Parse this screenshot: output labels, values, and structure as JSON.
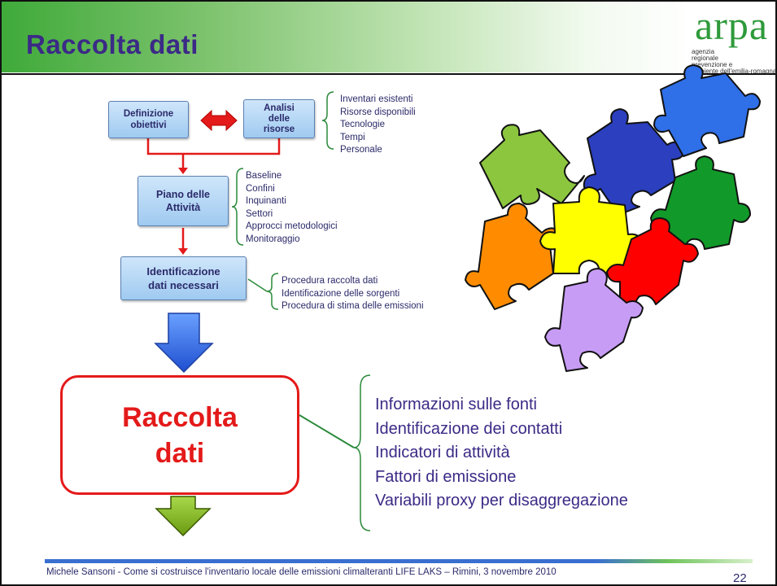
{
  "slide": {
    "title": "Raccolta dati",
    "logo": {
      "brand": "arpa",
      "subtitle": "agenzia\nregionale\nprevenzione e\nambiente dell'emilia-romagna"
    },
    "flow": {
      "box_definizione": "Definizione\nobiettivi",
      "box_analisi": "Analisi\ndelle\nrisorse",
      "box_piano": "Piano delle\nAttività",
      "box_identificazione": "Identificazione\ndati necessari",
      "box_raccolta": "Raccolta\ndati"
    },
    "lists": {
      "analisi": [
        "Inventari esistenti",
        "Risorse disponibili",
        "Tecnologie",
        "Tempi",
        "Personale"
      ],
      "piano": [
        "Baseline",
        "Confini",
        "Inquinanti",
        "Settori",
        "Approcci metodologici",
        "Monitoraggio"
      ],
      "identificazione": [
        "Procedura raccolta dati",
        "Identificazione delle sorgenti",
        "Procedura di stima delle emissioni"
      ],
      "raccolta": [
        "Informazioni sulle fonti",
        "Identificazione dei contatti",
        "Indicatori di attività",
        "Fattori di emissione",
        "Variabili proxy per disaggregazione"
      ]
    },
    "puzzle_colors": [
      "#8cc63f",
      "#2b3fbf",
      "#2f6fe8",
      "#119a29",
      "#ff8c00",
      "#ffff00",
      "#ff0000",
      "#c79cf5"
    ],
    "accent_colors": {
      "title": "#3b2a86",
      "raccolta": "#e41a1a",
      "flow_arrow": "#e41a1a",
      "bracket": "#2a8a3a"
    },
    "footer": {
      "text": "Michele Sansoni - Come si costruisce l'inventario locale delle emissioni climalteranti LIFE LAKS – Rimini, 3 novembre 2010",
      "page": "22"
    }
  }
}
